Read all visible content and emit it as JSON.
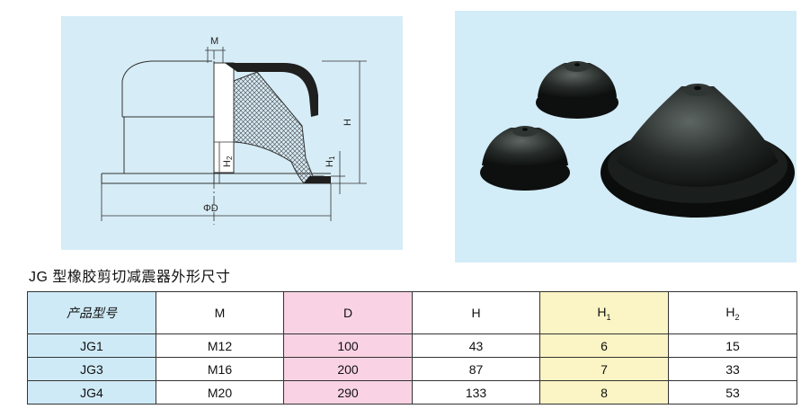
{
  "drawing": {
    "labels": {
      "m": "M",
      "d": "ΦD",
      "h": "H",
      "h1_main": "H",
      "h1_sub": "1",
      "h2_main": "H",
      "h2_sub": "2"
    }
  },
  "section_title": "JG 型橡胶剪切减震器外形尺寸",
  "table": {
    "headers": [
      {
        "main": "产品型号",
        "sub": ""
      },
      {
        "main": "M",
        "sub": ""
      },
      {
        "main": "D",
        "sub": ""
      },
      {
        "main": "H",
        "sub": ""
      },
      {
        "main": "H",
        "sub": "1"
      },
      {
        "main": "H",
        "sub": "2"
      }
    ],
    "rows": [
      [
        "JG1",
        "M12",
        "100",
        "43",
        "6",
        "15"
      ],
      [
        "JG3",
        "M16",
        "200",
        "87",
        "7",
        "33"
      ],
      [
        "JG4",
        "M20",
        "290",
        "133",
        "8",
        "53"
      ]
    ]
  },
  "colors": {
    "model_column": "#cfeaf7",
    "d_column": "#f9d3e3",
    "h1_column": "#fbf4c4",
    "drawing_bg": "#d6ecf6",
    "photo_bg": "#d2ecf8"
  }
}
